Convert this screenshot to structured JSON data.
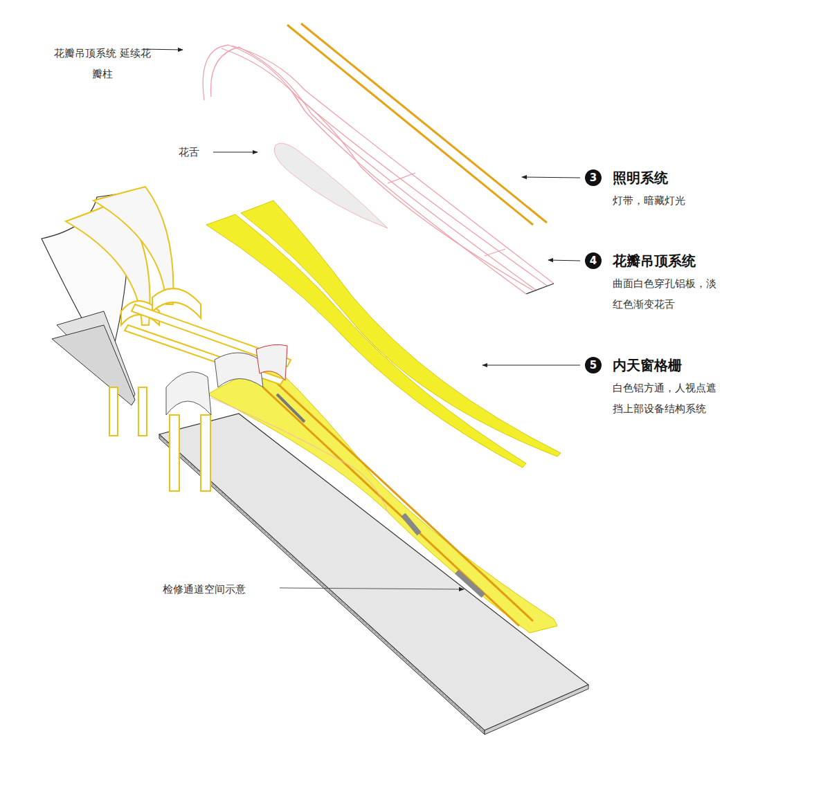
{
  "diagram": {
    "nodes": [
      {
        "text": [
          "3",
          "照明系统",
          "灯带，暗藏灯光"
        ]
      },
      {
        "text": [
          "4",
          "花瓣吊顶系统",
          "曲面白色穿孔铝板，淡 红色渐变花舌"
        ]
      },
      {
        "text": [
          "5",
          "内天窗格栅",
          "白色铝方通，人视点遮 挡上部设备结构系统"
        ]
      }
    ],
    "labels": [
      "花瓣吊顶系统 延续花瓣柱",
      "花舌",
      "检修通道空间示意"
    ]
  }
}
